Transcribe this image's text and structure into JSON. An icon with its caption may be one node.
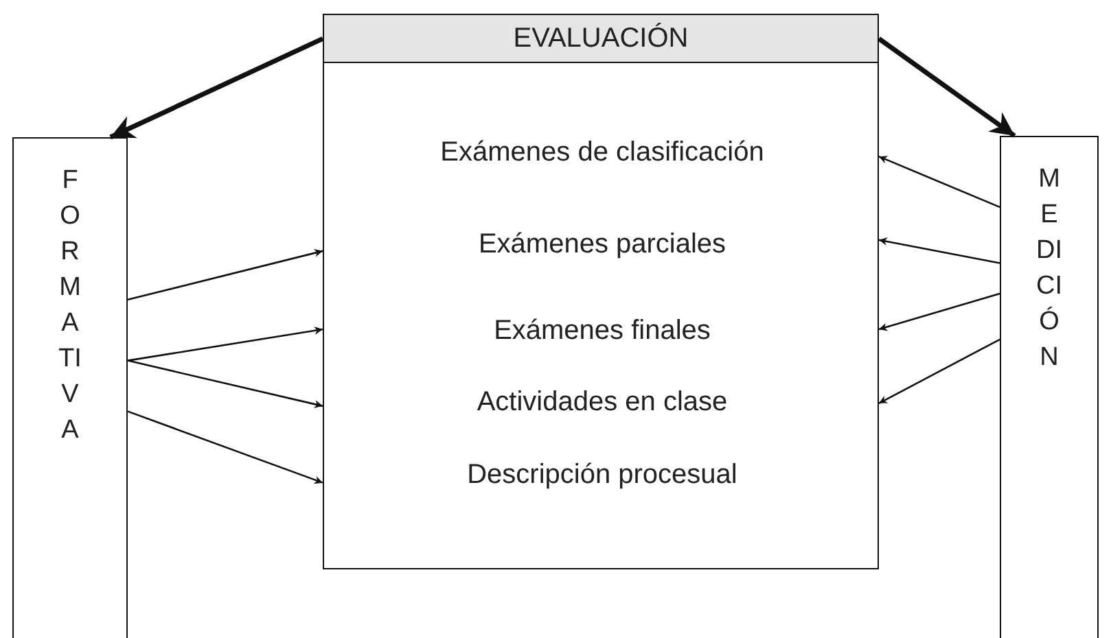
{
  "diagram": {
    "nodes": [
      {
        "text": [
          "EVALUACIÓN"
        ]
      },
      {
        "text": [
          "Exámenes de clasificación"
        ],
        "in": 0
      },
      {
        "text": [
          "Exámenes parciales"
        ],
        "in": 0
      },
      {
        "text": [
          "Exámenes finales"
        ],
        "in": 0
      },
      {
        "text": [
          "Actividades en clase"
        ],
        "in": 0
      },
      {
        "text": [
          "Descripción procesual"
        ],
        "in": 0
      },
      {
        "text": [
          "FORMATIVA"
        ]
      },
      {
        "text": [
          "MEDICIÓN"
        ]
      }
    ],
    "edges": [
      {
        "from": 0,
        "to": 6,
        "arrow": "to",
        "style": "thick"
      },
      {
        "from": 0,
        "to": 7,
        "arrow": "to",
        "style": "thick"
      },
      {
        "from": 6,
        "to": 0,
        "arrow": "to"
      },
      {
        "from": 6,
        "to": 0,
        "arrow": "to"
      },
      {
        "from": 6,
        "to": 0,
        "arrow": "to"
      },
      {
        "from": 6,
        "to": 0,
        "arrow": "to"
      },
      {
        "from": 7,
        "to": 0,
        "arrow": "to"
      },
      {
        "from": 7,
        "to": 0,
        "arrow": "to"
      },
      {
        "from": 7,
        "to": 0,
        "arrow": "to"
      },
      {
        "from": 7,
        "to": 0,
        "arrow": "to"
      }
    ]
  }
}
